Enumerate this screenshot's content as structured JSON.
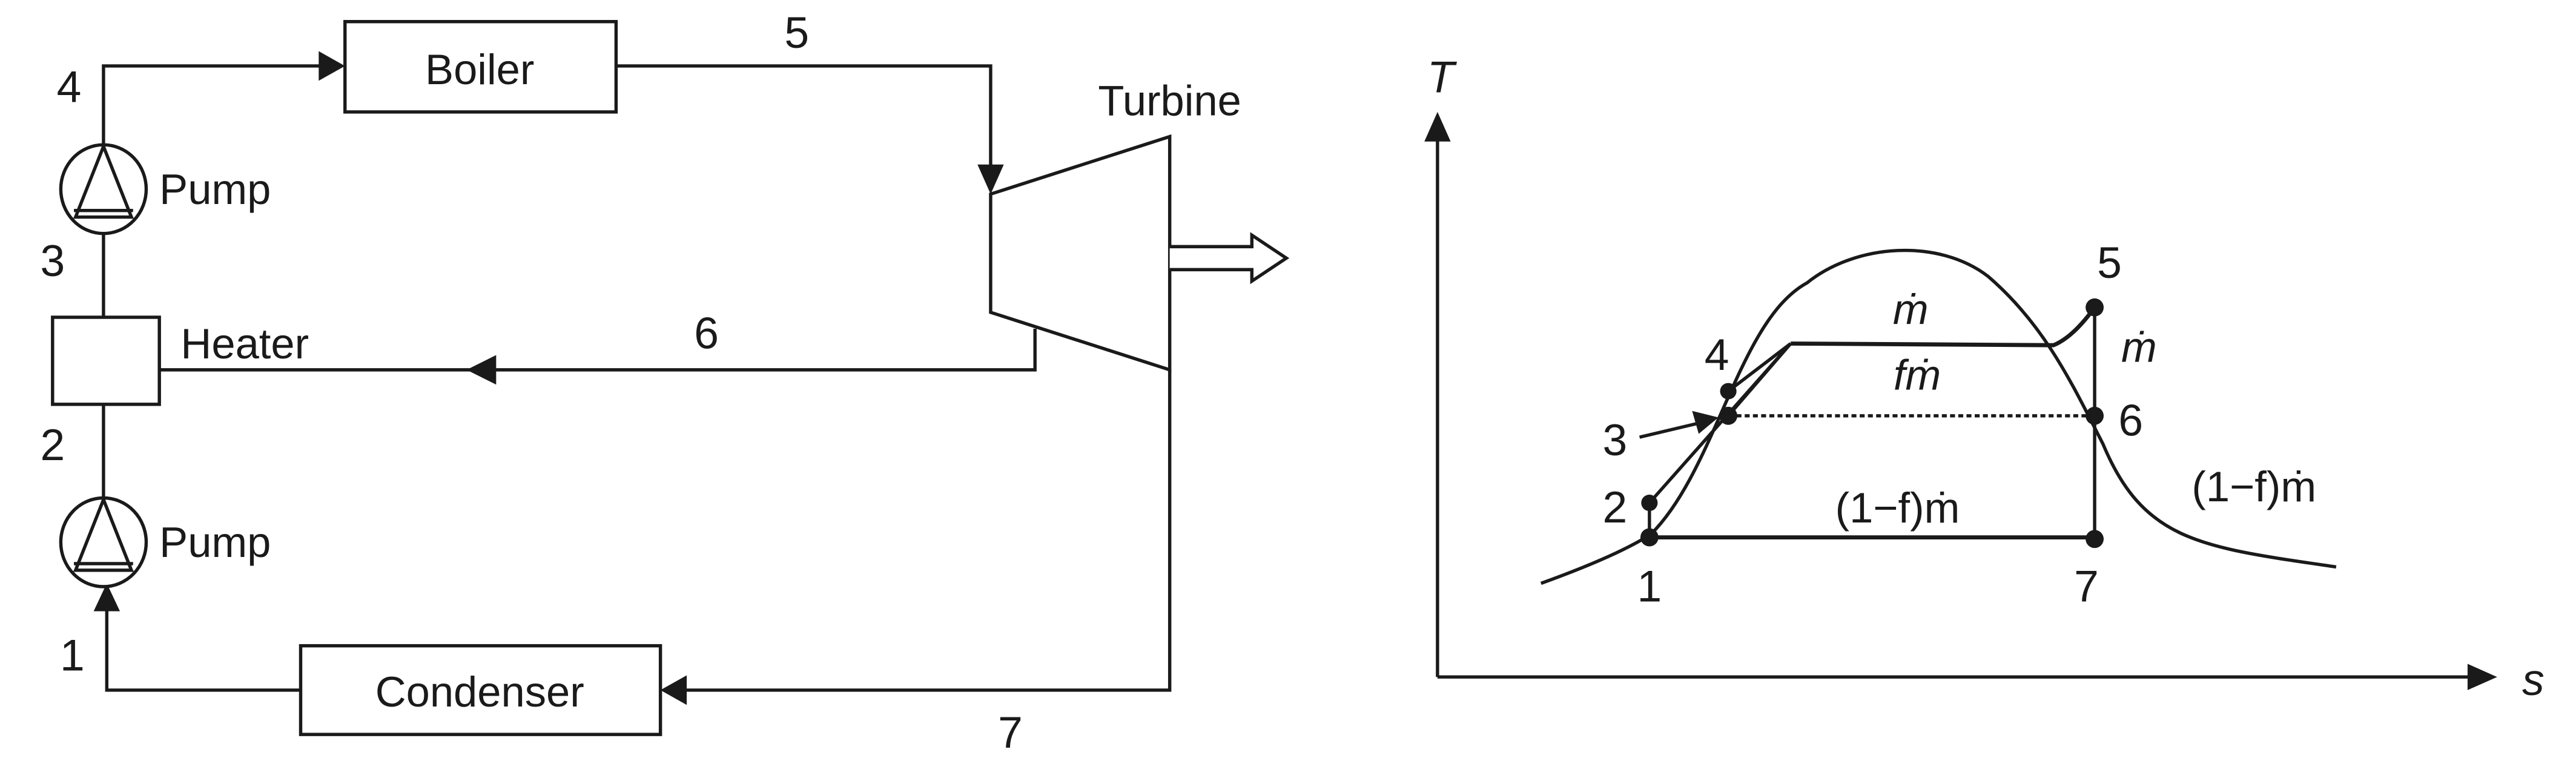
{
  "cycle_schematic": {
    "components": {
      "boiler": "Boiler",
      "turbine": "Turbine",
      "heater": "Heater",
      "pump_high": "Pump",
      "pump_low": "Pump",
      "condenser": "Condenser"
    },
    "states": [
      "1",
      "2",
      "3",
      "4",
      "5",
      "6",
      "7"
    ]
  },
  "ts_diagram": {
    "y_axis_label": "T",
    "x_axis_label": "s",
    "states": [
      "1",
      "2",
      "3",
      "4",
      "5",
      "6",
      "7"
    ],
    "flow_labels": {
      "dome_top": "ṁ",
      "turbine_high": "ṁ",
      "extraction": "fṁ",
      "condensing": "(1−f)ṁ",
      "turbine_low": "(1−f)ṁ"
    }
  }
}
